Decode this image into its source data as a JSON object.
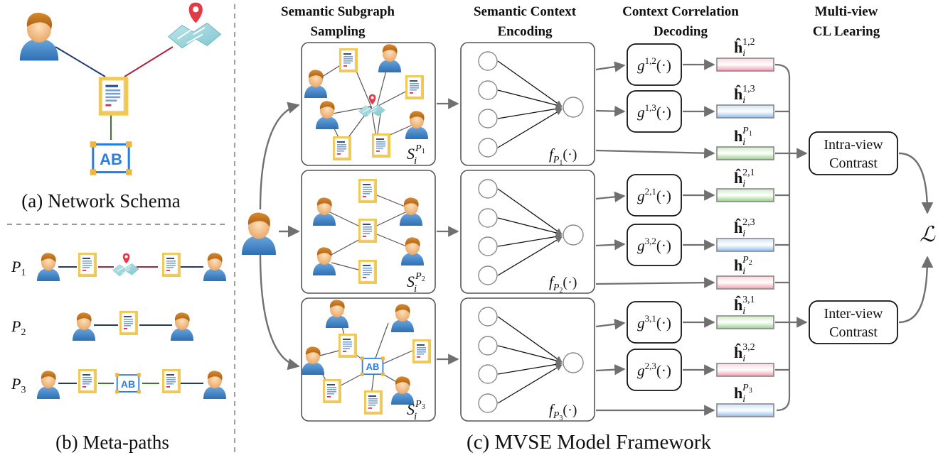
{
  "panels": {
    "a_caption": "(a) Network Schema",
    "b_caption": "(b) Meta-paths",
    "c_caption": "(c) MVSE  Model Framework"
  },
  "schema": {
    "ab_label": "AB"
  },
  "metapaths": [
    {
      "label": "P",
      "sub": "1"
    },
    {
      "label": "P",
      "sub": "2"
    },
    {
      "label": "P",
      "sub": "3"
    }
  ],
  "headers": [
    {
      "line1": "Semantic Subgraph",
      "line2": "Sampling"
    },
    {
      "line1": "Semantic Context",
      "line2": "Encoding"
    },
    {
      "line1": "Context Correlation",
      "line2": "Decoding"
    },
    {
      "line1": "Multi-view",
      "line2": "CL Learing"
    }
  ],
  "subgraphs": [
    {
      "S": "S",
      "i": "i",
      "sup": "P",
      "sub": "1"
    },
    {
      "S": "S",
      "i": "i",
      "sup": "P",
      "sub": "2"
    },
    {
      "S": "S",
      "i": "i",
      "sup": "P",
      "sub": "3"
    }
  ],
  "encoders": [
    {
      "f": "f",
      "P": "P",
      "sub": "1",
      "arg": "(·)"
    },
    {
      "f": "f",
      "P": "P",
      "sub": "2",
      "arg": "(·)"
    },
    {
      "f": "f",
      "P": "P",
      "sub": "3",
      "arg": "(·)"
    }
  ],
  "decoders": [
    {
      "g": "g",
      "sup": "1,2",
      "arg": "(·)"
    },
    {
      "g": "g",
      "sup": "1,3",
      "arg": "(·)"
    },
    {
      "g": "g",
      "sup": "2,1",
      "arg": "(·)"
    },
    {
      "g": "g",
      "sup": "3,2",
      "arg": "(·)"
    },
    {
      "g": "g",
      "sup": "3,1",
      "arg": "(·)"
    },
    {
      "g": "g",
      "sup": "2,3",
      "arg": "(·)"
    }
  ],
  "embeddings": [
    {
      "h": "ĥ",
      "i": "i",
      "sup": "1,2",
      "color": "pink"
    },
    {
      "h": "ĥ",
      "i": "i",
      "sup": "1,3",
      "color": "blue"
    },
    {
      "h": "h",
      "i": "i",
      "sup": "P",
      "sub": "1",
      "color": "green"
    },
    {
      "h": "ĥ",
      "i": "i",
      "sup": "2,1",
      "color": "green"
    },
    {
      "h": "ĥ",
      "i": "i",
      "sup": "2,3",
      "color": "blue"
    },
    {
      "h": "h",
      "i": "i",
      "sup": "P",
      "sub": "2",
      "color": "pink"
    },
    {
      "h": "ĥ",
      "i": "i",
      "sup": "3,1",
      "color": "green"
    },
    {
      "h": "ĥ",
      "i": "i",
      "sup": "3,2",
      "color": "pink"
    },
    {
      "h": "h",
      "i": "i",
      "sup": "P",
      "sub": "3",
      "color": "blue"
    }
  ],
  "contrast": {
    "intra_line1": "Intra-view",
    "intra_line2": "Contrast",
    "inter_line1": "Inter-view",
    "inter_line2": "Contrast"
  },
  "loss": "ℒ",
  "colors": {
    "pink": "#f4a6b6",
    "blue": "#9ec5ef",
    "green": "#a6d89a",
    "arrow": "#707070",
    "edge_blue": "#1f3a6e",
    "edge_red": "#b0213a",
    "edge_green": "#3a7a2a",
    "paper_yellow": "#f2c94c",
    "ab_blue": "#2a7de1"
  }
}
